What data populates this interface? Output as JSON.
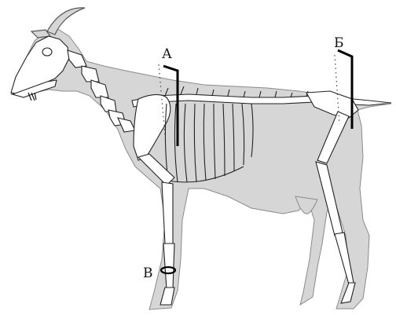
{
  "labels": {
    "a": "А",
    "b": "Б",
    "v": "В"
  },
  "colors": {
    "body": "#d6d6d6",
    "bone": "#ffffff",
    "outline": "#222222",
    "marker": "#000000"
  }
}
